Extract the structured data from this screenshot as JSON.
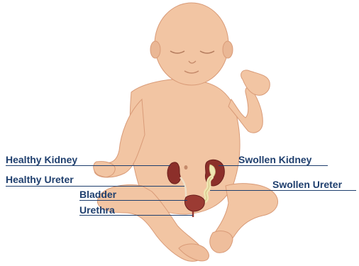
{
  "labels": {
    "healthy_kidney": "Healthy Kidney",
    "healthy_ureter": "Healthy Ureter",
    "bladder": "Bladder",
    "urethra": "Urethra",
    "swollen_kidney": "Swollen Kidney",
    "swollen_ureter": "Swollen Ureter"
  },
  "colors": {
    "label_text": "#1f3f6e",
    "skin": "#f2c5a3",
    "skin_shadow": "#e3a985",
    "kidney": "#8c2f2a",
    "bladder": "#9b3b33",
    "ureter_swollen": "#efe6b2"
  }
}
